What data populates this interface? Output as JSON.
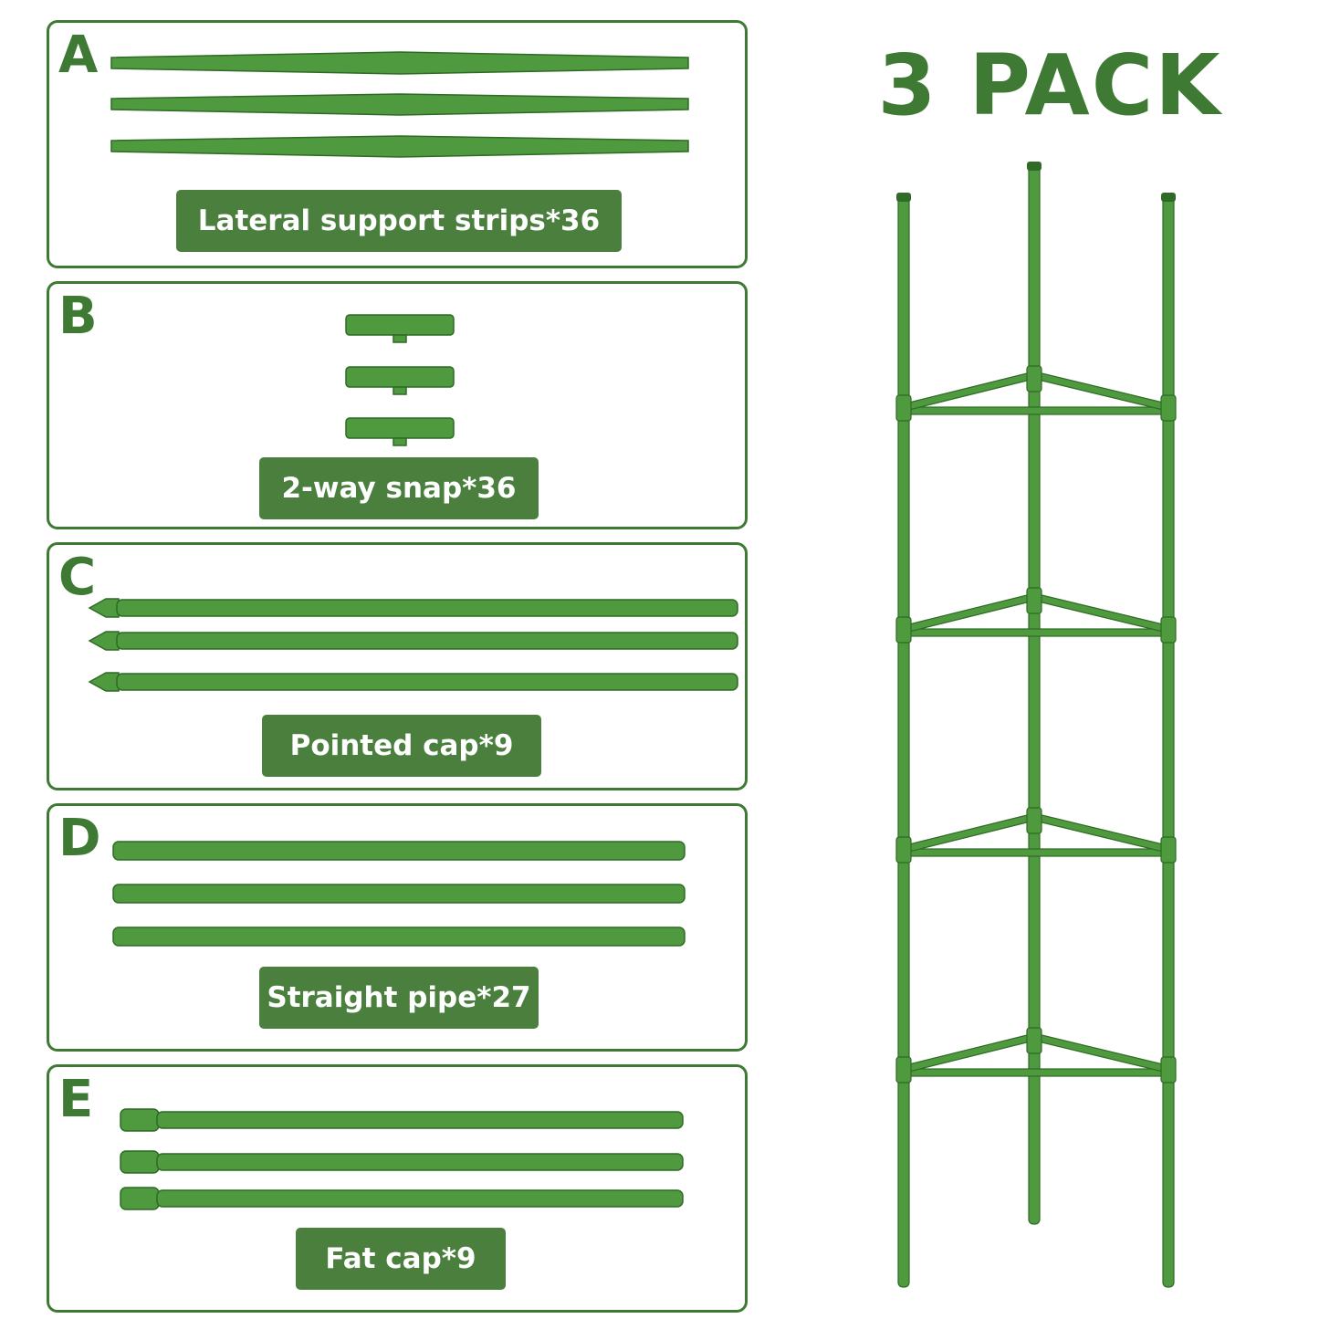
{
  "title": "3 PACK",
  "panels": [
    {
      "letter": "A",
      "label": "Lateral support strips*36"
    },
    {
      "letter": "B",
      "label": "2-way snap*36"
    },
    {
      "letter": "C",
      "label": "Pointed cap*9"
    },
    {
      "letter": "D",
      "label": "Straight pipe*27"
    },
    {
      "letter": "E",
      "label": "Fat cap*9"
    }
  ],
  "colors": {
    "primary": "#3f7a34",
    "label_bg": "#4a7f3e",
    "part_green": "#4f9a3e"
  }
}
